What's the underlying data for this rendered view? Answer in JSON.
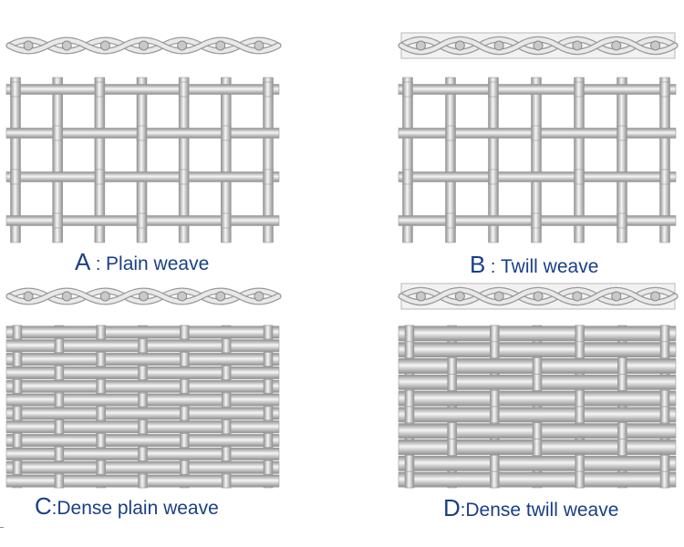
{
  "colors": {
    "caption_text": "#1a3f86",
    "wire_mid": "#d5d5d5",
    "wire_dark": "#8f8f8f",
    "wire_light": "#f6f6f6",
    "background": "#ffffff"
  },
  "panels": [
    {
      "id": "a",
      "letter": "A",
      "separator": " : ",
      "label": "Plain weave",
      "pattern": "plain-open",
      "crosses": 7,
      "warp_count": 7,
      "weft_count": 4
    },
    {
      "id": "b",
      "letter": "B",
      "separator": " : ",
      "label": "Twill weave",
      "pattern": "twill-open",
      "crosses": 7,
      "warp_count": 7,
      "weft_count": 4
    },
    {
      "id": "c",
      "letter": "C",
      "separator": ":",
      "label": "Dense plain weave",
      "pattern": "plain-dense",
      "crosses": 7,
      "warp_count": 7,
      "weft_count": 12
    },
    {
      "id": "d",
      "letter": "D",
      "separator": ":",
      "label": "Dense twill weave",
      "pattern": "twill-dense",
      "crosses": 7,
      "warp_count": 7,
      "weft_count": 10
    }
  ]
}
